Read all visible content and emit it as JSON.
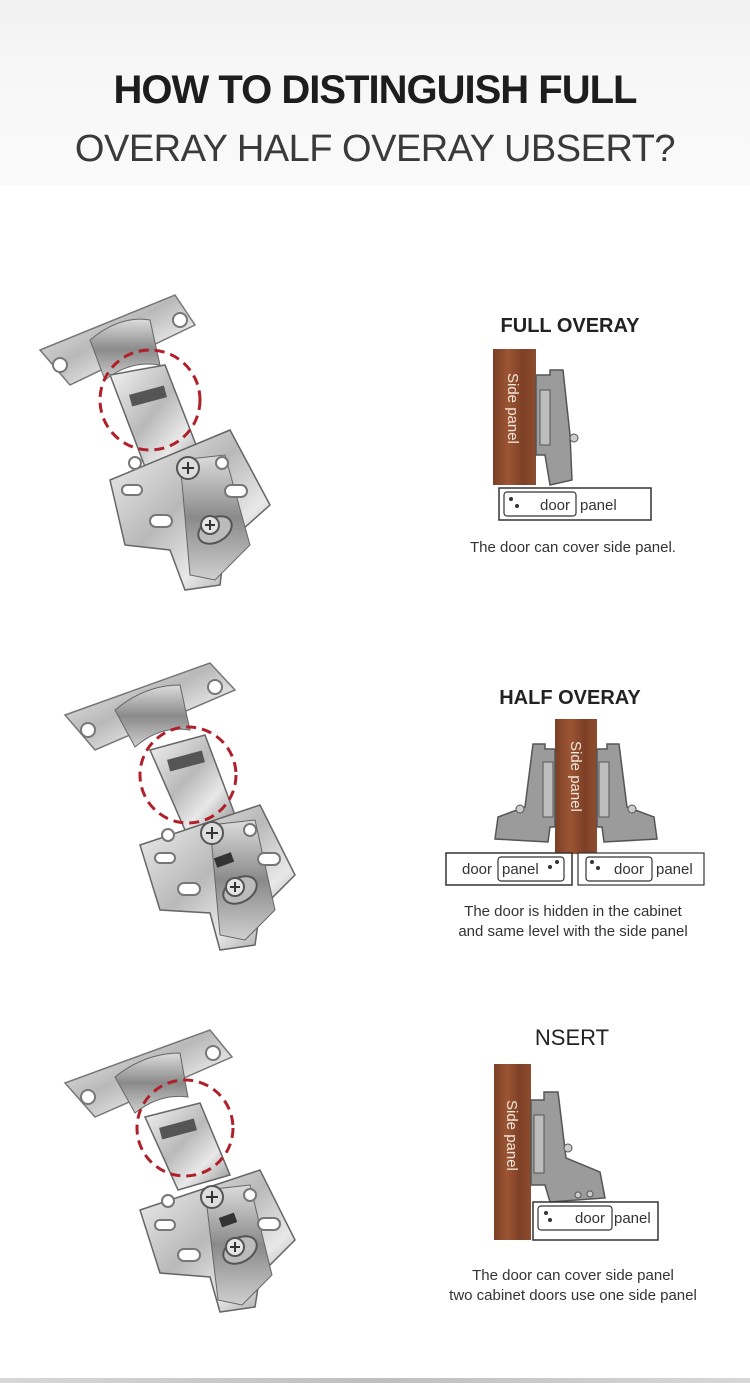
{
  "header": {
    "title_line1": "HOW TO DISTINGUISH FULL",
    "title_line2": "OVERAY HALF OVERAY UBSERT?"
  },
  "sections": [
    {
      "title": "FULL OVERAY",
      "caption_lines": [
        "The door can cover side panel."
      ],
      "labels": {
        "side": "Side panel",
        "door": "door",
        "panel": "panel"
      }
    },
    {
      "title": "HALF OVERAY",
      "caption_lines": [
        "The door is hidden in the cabinet",
        "and same level with the side panel"
      ],
      "labels": {
        "side": "Side panel",
        "door": "door",
        "panel": "panel"
      }
    },
    {
      "title": "NSERT",
      "caption_lines": [
        "The door can cover side panel",
        "two cabinet doors use one side panel"
      ],
      "labels": {
        "side": "Side panel",
        "door": "door",
        "panel": "panel"
      }
    }
  ],
  "colors": {
    "wood": "#8a4a2e",
    "hinge_gray": "#9a9a9a",
    "circle_red": "#b0202a"
  }
}
